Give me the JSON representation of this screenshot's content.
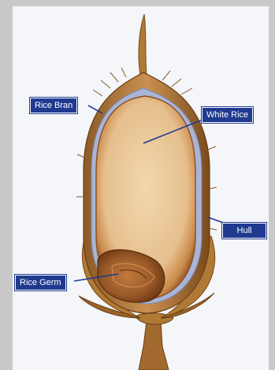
{
  "diagram": {
    "labels": {
      "rice_bran": "Rice Bran",
      "white_rice": "White Rice",
      "hull": "Hull",
      "rice_germ": "Rice Germ"
    },
    "colors": {
      "background": "#c9c9c9",
      "panel": "#f4f6f9",
      "label_fill": "#1f3a8f",
      "leader_line": "#1f3a8f",
      "hull": "#b07a34",
      "hull_dark": "#7a4a1c",
      "bran_layer": "#a9b4d6",
      "endosperm": "#e8c79a",
      "endosperm_edge": "#9a5a25",
      "germ": "#9c5a2a"
    }
  }
}
